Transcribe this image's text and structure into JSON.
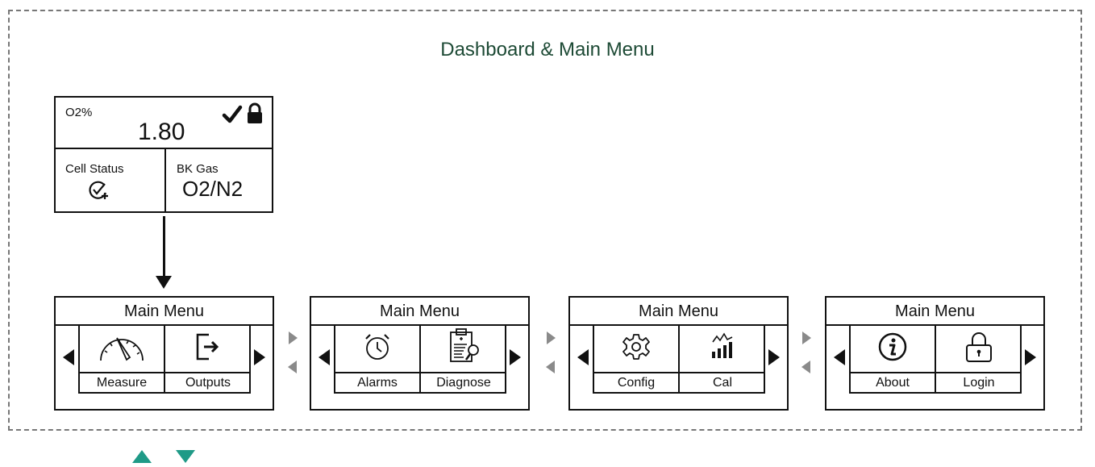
{
  "title": "Dashboard & Main Menu",
  "dashboard": {
    "measurement_label": "O2%",
    "measurement_value": "1.80",
    "status_icons": [
      "check-icon",
      "lock-icon"
    ],
    "cell_status_label": "Cell Status",
    "cell_status_icon": "cell-ok-icon",
    "bk_gas_label": "BK Gas",
    "bk_gas_value": "O2/N2"
  },
  "menus": [
    {
      "header": "Main Menu",
      "left": {
        "label": "Measure",
        "icon": "gauge-icon"
      },
      "right": {
        "label": "Outputs",
        "icon": "output-icon"
      }
    },
    {
      "header": "Main Menu",
      "left": {
        "label": "Alarms",
        "icon": "alarm-clock-icon"
      },
      "right": {
        "label": "Diagnose",
        "icon": "clipboard-search-icon"
      }
    },
    {
      "header": "Main Menu",
      "left": {
        "label": "Config",
        "icon": "gear-icon"
      },
      "right": {
        "label": "Cal",
        "icon": "chart-icon"
      }
    },
    {
      "header": "Main Menu",
      "left": {
        "label": "About",
        "icon": "info-icon"
      },
      "right": {
        "label": "Login",
        "icon": "padlock-icon"
      }
    }
  ],
  "colors": {
    "title": "#1d4a35",
    "keys": "#1f9a87",
    "nav_arrows": "#8a8a8a"
  },
  "legend_keys": [
    "up-arrow-key",
    "down-arrow-key"
  ]
}
